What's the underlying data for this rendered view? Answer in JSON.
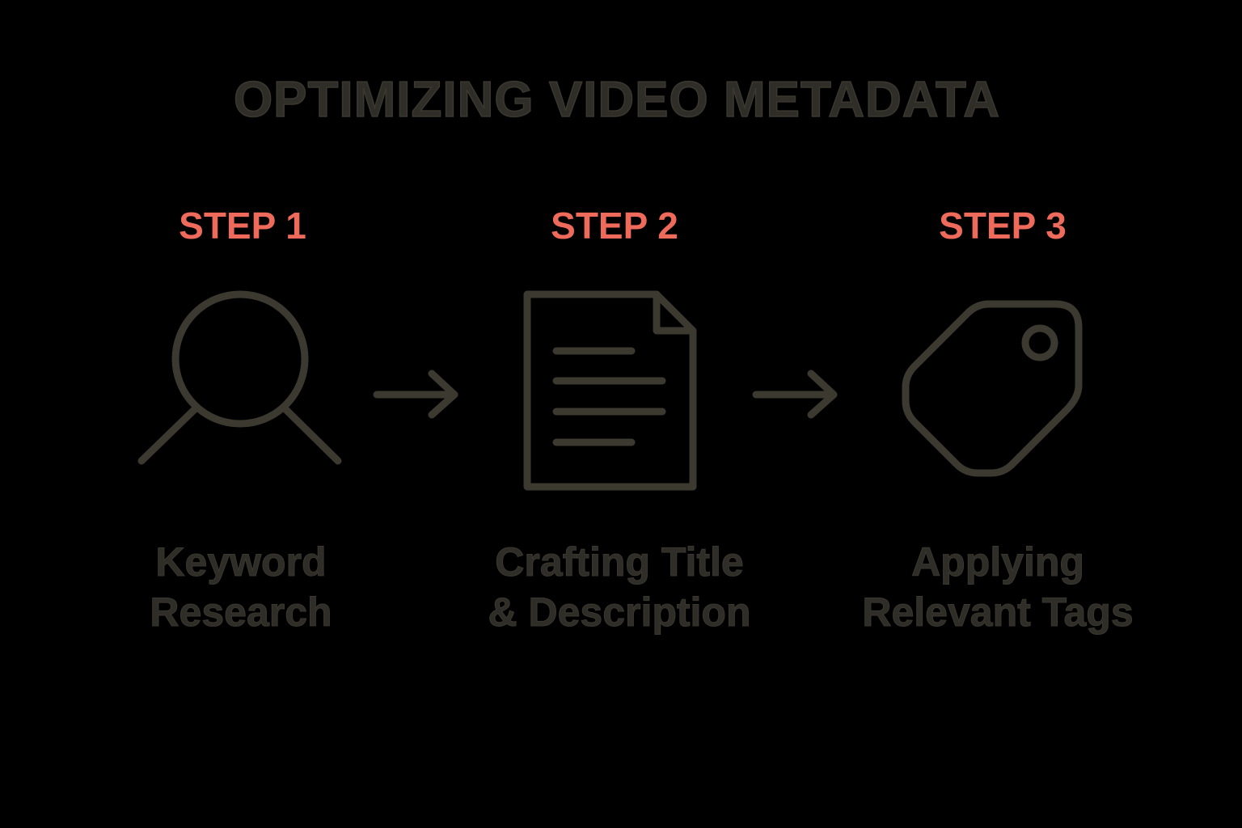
{
  "title": "OPTIMIZING VIDEO METADATA",
  "colors": {
    "background": "#000000",
    "step_accent": "#ee6a5a",
    "icon_stroke": "#3b3930",
    "text_muted": "#2f2d27"
  },
  "steps": [
    {
      "label": "STEP 1",
      "icon": "search-icon",
      "lines": [
        "Keyword",
        "Research"
      ]
    },
    {
      "label": "STEP 2",
      "icon": "document-icon",
      "lines": [
        "Crafting Title",
        "& Description"
      ]
    },
    {
      "label": "STEP 3",
      "icon": "tag-icon",
      "lines": [
        "Applying",
        "Relevant Tags"
      ]
    }
  ],
  "connectors": [
    "arrow-right-icon",
    "arrow-right-icon"
  ]
}
